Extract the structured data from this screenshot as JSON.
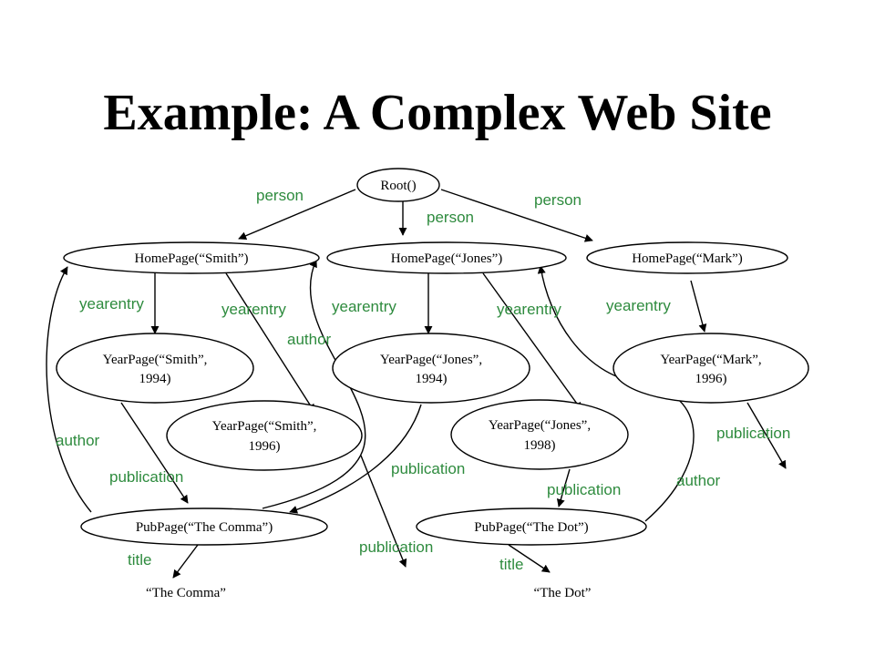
{
  "title": "Example: A Complex Web Site",
  "colors": {
    "label": "#2e8b3e",
    "stroke": "#000000"
  },
  "nodes": {
    "root": [
      "Root()"
    ],
    "hp_smith": [
      "HomePage(“Smith”)"
    ],
    "hp_jones": [
      "HomePage(“Jones”)"
    ],
    "hp_mark": [
      "HomePage(“Mark”)"
    ],
    "yp_smith94": [
      "YearPage(“Smith”,",
      "1994)"
    ],
    "yp_smith96": [
      "YearPage(“Smith”,",
      "1996)"
    ],
    "yp_jones94": [
      "YearPage(“Jones”,",
      "1994)"
    ],
    "yp_jones98": [
      "YearPage(“Jones”,",
      "1998)"
    ],
    "yp_mark96": [
      "YearPage(“Mark”,",
      "1996)"
    ],
    "pub_comma": [
      "PubPage(“The Comma”)"
    ],
    "pub_dot": [
      "PubPage(“The Dot”)"
    ]
  },
  "leaves": {
    "comma": "“The Comma”",
    "dot": "“The Dot”"
  },
  "labels": {
    "person_left": "person",
    "person_mid": "person",
    "person_right": "person",
    "yearentry_smith1": "yearentry",
    "yearentry_smith2": "yearentry",
    "yearentry_jones1": "yearentry",
    "yearentry_jones2": "yearentry",
    "yearentry_mark": "yearentry",
    "author_mid": "author",
    "author_left": "author",
    "author_right": "author",
    "publication_1": "publication",
    "publication_2": "publication",
    "publication_3": "publication",
    "publication_4": "publication",
    "publication_5": "publication",
    "title_comma": "title",
    "title_dot": "title"
  }
}
